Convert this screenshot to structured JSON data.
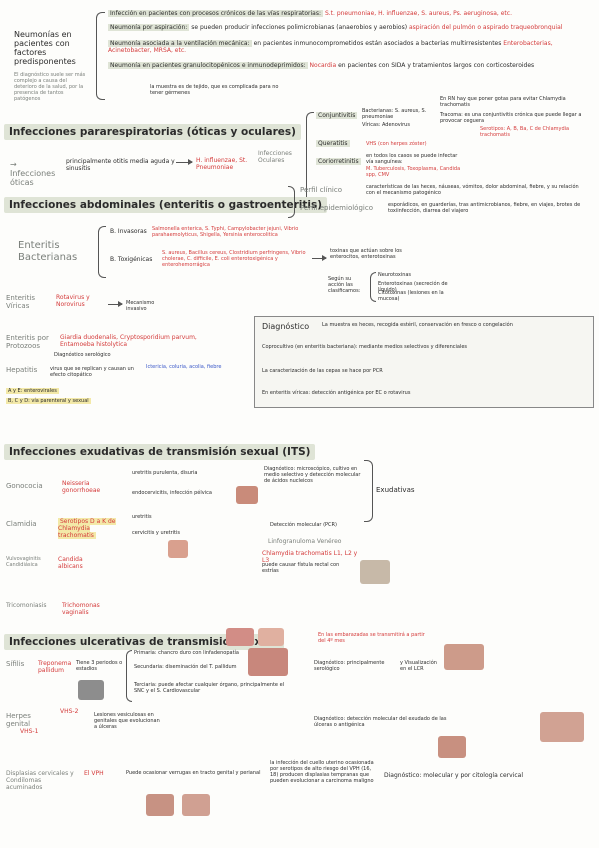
{
  "intro": {
    "title": "Neumonías en pacientes con factores predisponentes",
    "note": "El diagnóstico suele ser más complejo a causa del deterioro de la salud, por la presencia de tantos patógenos",
    "items": [
      {
        "label": "Infección en pacientes con procesos crónicos de las vías respiratorias:",
        "agents": "S.t. pneumoniae, H. influenzae, S. aureus, Ps. aeruginosa, etc."
      },
      {
        "label": "Neumonía por aspiración:",
        "detail": "se pueden producir infecciones polimicrobianas (anaerobios y aerobios)",
        "extra": "aspiración del pulmón o aspirado traqueobronquial"
      },
      {
        "label": "Neumonía asociada a la ventilación mecánica:",
        "detail": "en pacientes inmunocomprometidos están asociados a bacterias multirresistentes",
        "agents": "Enterobacterias, Acinetobacter, MRSA, etc."
      },
      {
        "label": "Neumonía en pacientes granulocitopénicos e inmunodeprimidos:",
        "agents": "Nocardia",
        "detail": "en pacientes con SIDA y tratamientos largos con corticosteroides"
      }
    ],
    "sub_note": "la muestra es de tejido, que es complicada para no tener gérmenes"
  },
  "section1": {
    "title": "Infecciones pararespiratorias (óticas y oculares)",
    "otic_label": "Infecciones óticas",
    "otic_text": "principalmente otitis media aguda y sinusitis",
    "otic_agents": "H. influenzae, St. Pneumoniae",
    "ocular_label": "Infecciones Oculares",
    "conj_label": "Conjuntivitis",
    "conj_bact": "Bacterianas: S. aureus, S. pneumoniae",
    "conj_vir": "Víricas: Adenovirus",
    "neonatal": "En RN hay que poner gotas para evitar Chlamydia trachomatis",
    "tracoma": "Tracoma: es una conjuntivitis crónica que puede llegar a provocar ceguera",
    "serotypes": "Serotipos: A, B, Ba, C de Chlamydia trachomatis",
    "queratitis_label": "Queratitis",
    "queratitis_agents": "VHS (con herpes zóster)",
    "coriorretinitis_label": "Coriorretinitis",
    "coriorretinitis_text": "en todos los casos se puede infectar vía sanguínea:",
    "coriorretinitis_agents": "M. Tuberculosis, Toxoplasma, Candida spp, CMV"
  },
  "section2": {
    "title": "Infecciones abdominales (enteritis o gastroenteritis)",
    "perfil_clinico": "Perfil clínico",
    "perfil_clinico_text": "características de las heces, náuseas, vómitos, dolor abdominal, fiebre, y su relación con el mecanismo patogénico",
    "perfil_epi": "Perfil epidemiológico",
    "perfil_epi_text": "esporádicos, en guarderías, tras antimicrobianos, fiebre, en viajes, brotes de toxiinfección, diarrea del viajero",
    "entero_label": "Enteritis Bacterianas",
    "invasoras": "B. Invasoras",
    "invasoras_agents": "Salmonella enterica, S. Typhi, Campylobacter jejuni, Vibrio parahaemolyticus, Shigella, Yersinia enterocolitica",
    "toxigenicas": "B. Toxigénicas",
    "toxigenicas_agents": "S. aureus, Bacillus cereus, Clostridium perfringens, Vibrio cholerae, C. difficile, E. coli enterotoxigénica y enterohemorrágica",
    "toxins_note": "toxinas que actúan sobre los enterocitos, enterotoxinas",
    "clasif": "Según su acción las clasificamos:",
    "clasif_items": [
      "Neurotoxinas",
      "Enterotoxinas (secreción de líquido)",
      "Citotoxinas (lesiones en la mucosa)"
    ],
    "viral_label": "Enteritis Víricas",
    "viral_agents": "Rotavirus y Norovirus",
    "viral_note": "Mecanismo invasivo",
    "protozoan_label": "Enteritis por Protozoos",
    "protozoan_agents": "Giardia duodenalis, Cryptosporidium parvum, Entamoeba histolytica",
    "hepatitis_label": "Hepatitis",
    "hepatitis_text": "virus que se replican y causan un efecto citopático",
    "hepatitis_dx": "Diagnóstico serológico",
    "hepatitis_signs": "Ictericia, coluria, acolia, fiebre",
    "hepatitis_ab": "A y E: enterovirales",
    "hepatitis_bcd": "B, C y D: vía parenteral y sexual",
    "dx_box_title": "Diagnóstico",
    "dx_box_items": [
      "La muestra es heces, recogida estéril, conservación en fresco o congelación",
      "Coprocultivo (en enteritis bacteriana): mediante medios selectivos y diferenciales",
      "La caracterización de las cepas se hace por PCR",
      "En enteritis víricas: detección antigénica por EC o rotavirus"
    ]
  },
  "section3": {
    "title": "Infecciones exudativas de transmisión sexual (ITS)",
    "gono_label": "Gonococia",
    "gono_agent": "Neisseria gonorrhoeae",
    "gono_male": "uretritis purulenta, disuria",
    "gono_female": "endocervicitis, infección pélvica",
    "gono_dx": "Diagnóstico: microscópico, cultivo en medio selectivo y detección molecular de ácidos nucleicos",
    "exudativas": "Exudativas",
    "clamidia_label": "Clamidia",
    "clamidia_agent": "Serotipos D a K de Chlamydia trachomatis",
    "clamidia_male": "uretritis",
    "clamidia_female": "cervicitis y uretritis",
    "clamidia_dx": "Detección molecular (PCR)",
    "linfogranuloma": "Linfogranuloma Venéreo",
    "linfo_agent": "Chlamydia trachomatis L1, L2 y L3",
    "linfo_text": "puede causar fístula rectal con estrías",
    "vaginosis_label": "Vulvovaginitis Candidiásica",
    "vaginosis_agent": "Candida albicans",
    "tricho_label": "Tricomoniasis",
    "tricho_agent": "Trichomonas vaginalis"
  },
  "section4": {
    "title": "Infecciones ulcerativas de transmisión sexual",
    "embarazadas": "En las embarazadas se transmitirá a partir del 4º mes",
    "sifilis_label": "Sífilis",
    "sifilis_agent": "Treponema pallidum",
    "sifilis_stages": "Tiene 3 periodos o estadios",
    "sifilis_primary": "Primaria: chancro duro con linfadenopatía",
    "sifilis_secondary": "Secundaria: diseminación del T. pallidum",
    "sifilis_tertiary": "Terciaria: puede afectar cualquier órgano, principalmente el SNC y el S. Cardiovascular",
    "sifilis_dx": "Diagnóstico: principalmente serológico",
    "sifilis_extra": "y Visualización en el LCR",
    "herpes_label": "Herpes genital",
    "herpes_agent": "VHS-2",
    "herpes_agent2": "VHS-1",
    "herpes_text": "Lesiones vesiculosas en genitales que evolucionan a úlceras",
    "herpes_dx": "Diagnóstico: detección molecular del exudado de las úlceras o antigénica",
    "vph_label": "Displasias cervicales y Condilomas acuminados",
    "vph_agent": "El VPH",
    "vph_text": "Puede ocasionar verrugas en tracto genital y perianal",
    "vph_detail": "la infección del cuello uterino ocasionada por serotipos de alto riesgo del VPH (16, 18) producen displasias tempranas que pueden evolucionar a carcinoma maligno",
    "vph_dx": "Diagnóstico: molecular y por citología cervical"
  }
}
